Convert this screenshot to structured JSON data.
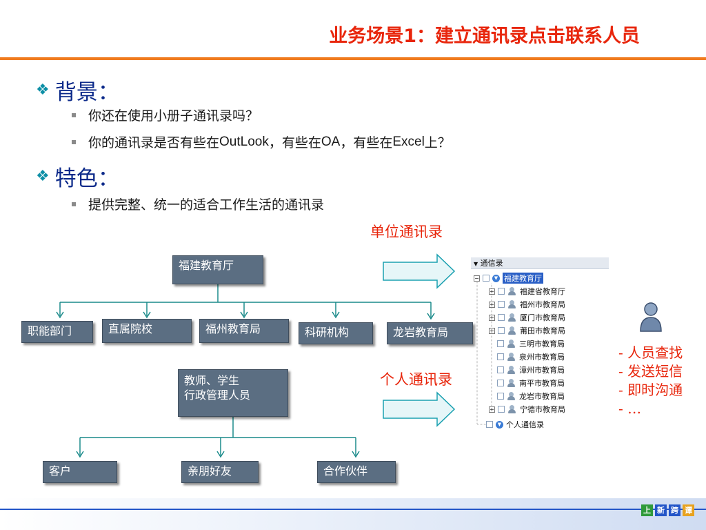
{
  "title": "业务场景1：建立通讯录点击联系人员",
  "background": {
    "heading": "背景：",
    "items": [
      [
        "你还在使用小册子通讯录吗？"
      ],
      [
        "你的通讯录是否有些在",
        "OutLook",
        "，有些在",
        "OA",
        "，有些在",
        "Excel",
        "上？"
      ]
    ]
  },
  "features": {
    "heading": "特色：",
    "items": [
      "提供完整、统一的适合工作生活的通讯录"
    ]
  },
  "unit_label": "单位通讯录",
  "personal_label": "个人通讯录",
  "org_chart": {
    "root": "福建教育厅",
    "children": [
      "职能部门",
      "直属院校",
      "福州教育局",
      "科研机构",
      "龙岩教育局"
    ]
  },
  "personal_chart": {
    "root_lines": [
      "教师、学生",
      "行政管理人员"
    ],
    "children": [
      "客户",
      "亲朋好友",
      "合作伙伴"
    ]
  },
  "tree": {
    "header": "通信录",
    "root": "福建教育厅",
    "items": [
      "福建省教育厅",
      "福州市教育局",
      "厦门市教育局",
      "莆田市教育局",
      "三明市教育局",
      "泉州市教育局",
      "漳州市教育局",
      "南平市教育局",
      "龙岩市教育局",
      "宁德市教育局"
    ],
    "expandable": [
      true,
      true,
      true,
      true,
      false,
      false,
      false,
      false,
      false,
      true
    ],
    "personal": "个人通信录"
  },
  "feature_list": [
    "- 人员查找",
    "- 发送短信",
    "- 即时沟通",
    "- …"
  ],
  "footer_logo": [
    "上",
    "新",
    "跨",
    "谭"
  ],
  "colors": {
    "title": "#e8260c",
    "rule": "#f07b1e",
    "box": "#5b6e82",
    "line": "#1a8a8a",
    "arrow_fill": "#e6f6f8"
  }
}
